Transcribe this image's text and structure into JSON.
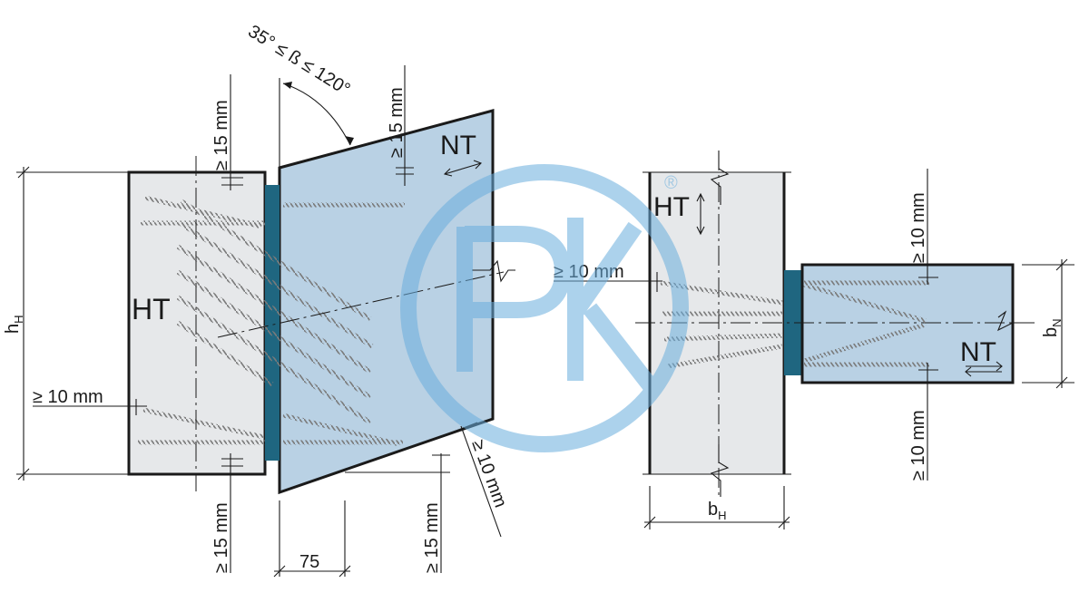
{
  "colors": {
    "ht_fill": "#e6e8ea",
    "nt_fill": "#b9d1e4",
    "connector_fill": "#1f6680",
    "screw": "#8a8a8a",
    "line": "#1a1a1a",
    "watermark": "#6aaedd"
  },
  "labels": {
    "angle": "35° ≤ ß ≤ 120°",
    "ge15_top_left": "≥ 15 mm",
    "ge15_top_nt": "≥ 15 mm",
    "nt_left": "NT",
    "ht_left": "HT",
    "hh": "h",
    "hh_sub": "H",
    "ge10_left": "≥ 10 mm",
    "ge15_bottom_left": "≥ 15 mm",
    "dim_75": "75",
    "ge15_bottom_nt": "≥ 15 mm",
    "ge10_diag": "≥ 10 mm",
    "ht_right": "HT",
    "ge10_mid": "≥ 10 mm",
    "ge10_top_right": "≥ 10 mm",
    "nt_right": "NT",
    "bn": "b",
    "bn_sub": "N",
    "ge10_bottom_right": "≥ 10 mm",
    "bh": "b",
    "bh_sub": "H",
    "watermark_reg": "®"
  },
  "icons": {
    "watermark": "pk-logo-watermark",
    "nt_arrow_left": "double-arrow-icon",
    "nt_arrow_right": "double-arrow-icon",
    "ht_arrow_right": "vertical-double-arrow-icon"
  }
}
